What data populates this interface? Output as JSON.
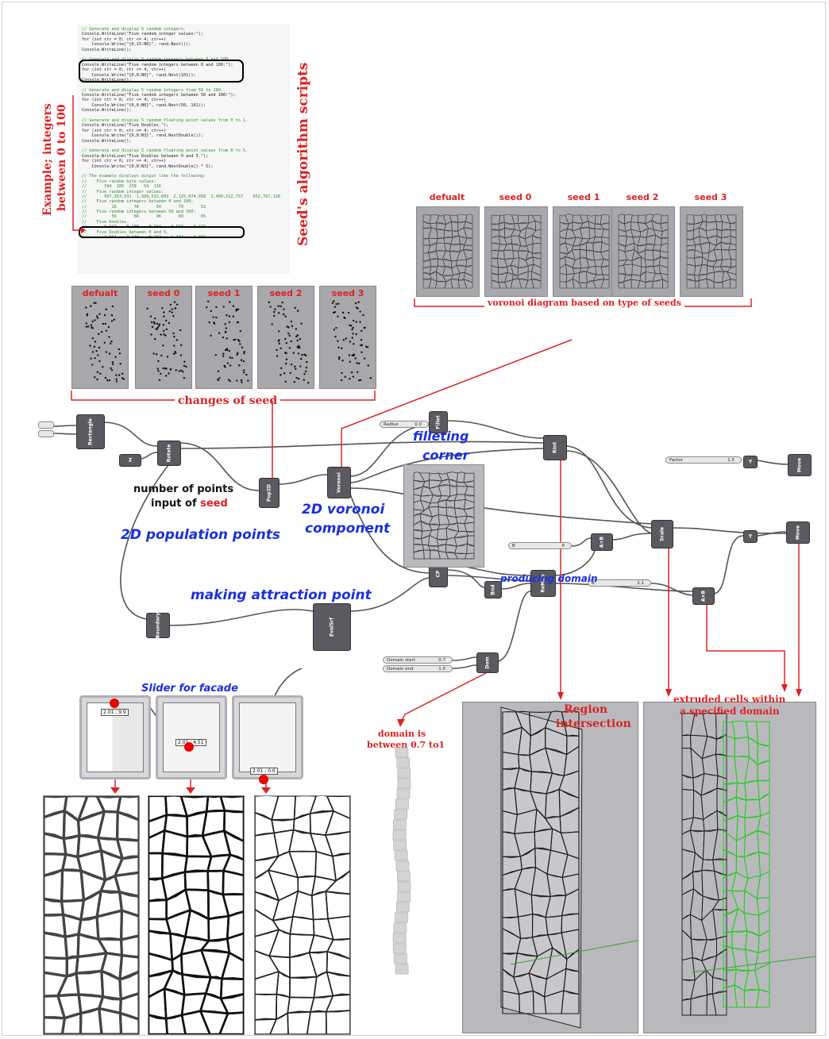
{
  "code_lines": [
    {
      "t": "// Generate and display 5 random integers.",
      "c": "cm"
    },
    {
      "t": "Console.WriteLine(\"Five random integer values:\");",
      "c": ""
    },
    {
      "t": "for (int ctr = 0; ctr <= 4; ctr++)",
      "c": ""
    },
    {
      "t": "    Console.Write(\"{0,15:N0}\", rand.Next());",
      "c": ""
    },
    {
      "t": "Console.WriteLine();",
      "c": ""
    },
    {
      "t": "",
      "c": ""
    },
    {
      "t": "// Generate and display 5 random integers between 0 and 100.",
      "c": "cm"
    },
    {
      "t": "Console.WriteLine(\"Five random integers between 0 and 100:\");",
      "c": ""
    },
    {
      "t": "for (int ctr = 0; ctr <= 4; ctr++)",
      "c": ""
    },
    {
      "t": "    Console.Write(\"{0,8:N0}\", rand.Next(101));",
      "c": ""
    },
    {
      "t": "Console.WriteLine();",
      "c": ""
    },
    {
      "t": "",
      "c": ""
    },
    {
      "t": "// Generate and display 5 random integers from 50 to 100.",
      "c": "cm"
    },
    {
      "t": "Console.WriteLine(\"Five random integers between 50 and 100:\");",
      "c": ""
    },
    {
      "t": "for (int ctr = 0; ctr <= 4; ctr++)",
      "c": ""
    },
    {
      "t": "    Console.Write(\"{0,8:N0}\", rand.Next(50, 101));",
      "c": ""
    },
    {
      "t": "Console.WriteLine();",
      "c": ""
    },
    {
      "t": "",
      "c": ""
    },
    {
      "t": "// Generate and display 5 random floating point values from 0 to 1.",
      "c": "cm"
    },
    {
      "t": "Console.WriteLine(\"Five Doubles.\");",
      "c": ""
    },
    {
      "t": "for (int ctr = 0; ctr <= 4; ctr++)",
      "c": ""
    },
    {
      "t": "    Console.Write(\"{0,8:N3}\", rand.NextDouble());",
      "c": ""
    },
    {
      "t": "Console.WriteLine();",
      "c": ""
    },
    {
      "t": "",
      "c": ""
    },
    {
      "t": "// Generate and display 5 random floating point values from 0 to 5.",
      "c": "cm"
    },
    {
      "t": "Console.WriteLine(\"Five Doubles between 0 and 5.\");",
      "c": ""
    },
    {
      "t": "for (int ctr = 0; ctr <= 4; ctr++)",
      "c": ""
    },
    {
      "t": "    Console.Write(\"{0,8:N3}\", rand.NextDouble() * 5);",
      "c": ""
    },
    {
      "t": "",
      "c": ""
    },
    {
      "t": "// The example displays output like the following:",
      "c": "cm"
    },
    {
      "t": "//    Five random byte values:",
      "c": "cm"
    },
    {
      "t": "//       194  185  239   54  116",
      "c": "cm"
    },
    {
      "t": "//    Five random integer values:",
      "c": "cm"
    },
    {
      "t": "//       507,353,531  1,509,532,693  2,125,074,958  1,409,512,757    652,767,128",
      "c": "cm"
    },
    {
      "t": "//    Five random integers between 0 and 100:",
      "c": "cm"
    },
    {
      "t": "//          16       78       94       79       52",
      "c": "cm"
    },
    {
      "t": "//    Five random integers between 50 and 100:",
      "c": "cm"
    },
    {
      "t": "//          56       66       96       60       65",
      "c": "cm"
    },
    {
      "t": "//    Five Doubles.",
      "c": "cm"
    },
    {
      "t": "//       0.943    0.108    0.744    0.563    0.415",
      "c": "cm"
    },
    {
      "t": "//    Five Doubles between 0 and 5.",
      "c": "cm"
    },
    {
      "t": "//       2.934    3.130    0.292    1.432    4.369",
      "c": "cm"
    }
  ],
  "labels": {
    "seeds_scripts": "Seed's algorithm scripts",
    "example_line1": "Example; integers",
    "example_line2": "between 0 to 100",
    "voronoi_caption": "voronoi diagram based on type of seeds",
    "changes_of_seed": "changes of seed",
    "filleting_corner_1": "filleting",
    "filleting_corner_2": "corner",
    "number_of_points": "number of points",
    "input_of": "input of ",
    "seed_word": "seed",
    "population_points": "2D population points",
    "voronoi_component_1": "2D voronoi",
    "voronoi_component_2": "component",
    "producing_domain": "producing domain",
    "making_attraction": "making attraction point",
    "slider_for_facade": "Slider for facade",
    "domain_note_1": "domain is",
    "domain_note_2": "between 0.7 to1",
    "region_1": "Region",
    "region_2": "intersection",
    "extruded_1": "extruded cells within",
    "extruded_2": "a specified domain"
  },
  "seed_panels": [
    "defualt",
    "seed 0",
    "seed 1",
    "seed 2",
    "seed 3"
  ],
  "components": {
    "rectangle": "Rectangle",
    "rotate": "Rotate",
    "pop2d": "Pop2D",
    "voronoi": "Voronoi",
    "fillet": "Fillet",
    "rint": "RInt",
    "move1": "Move",
    "move2": "Move",
    "scale": "Scale",
    "axb1": "A×B",
    "axb2": "A×B",
    "cp": "CP",
    "bnd": "Bnd",
    "remap": "ReMap",
    "boundary": "Boundary",
    "evalsrf": "EvalSrf",
    "dom": "Dom",
    "y1": "Y",
    "y2": "Y",
    "z": "Z"
  },
  "sliders": {
    "radius_label": "Radius",
    "radius_value": "0.0",
    "factor_label": "Factor",
    "factor_value": "1.5",
    "b1_label": "B",
    "b1_value": "0",
    "b2_label": "B",
    "b2_value": "2.1",
    "dstart_label": "Domain start",
    "dstart_value": "0.7",
    "dend_label": "Domain end",
    "dend_value": "1.0"
  },
  "graph_values": [
    "2.01 ; 9.9",
    "2.01 ; 4.51",
    "2.01 ; 0.0"
  ],
  "colors": {
    "red": "#d22",
    "blue": "#1a2fe0",
    "green": "#22cc22"
  }
}
